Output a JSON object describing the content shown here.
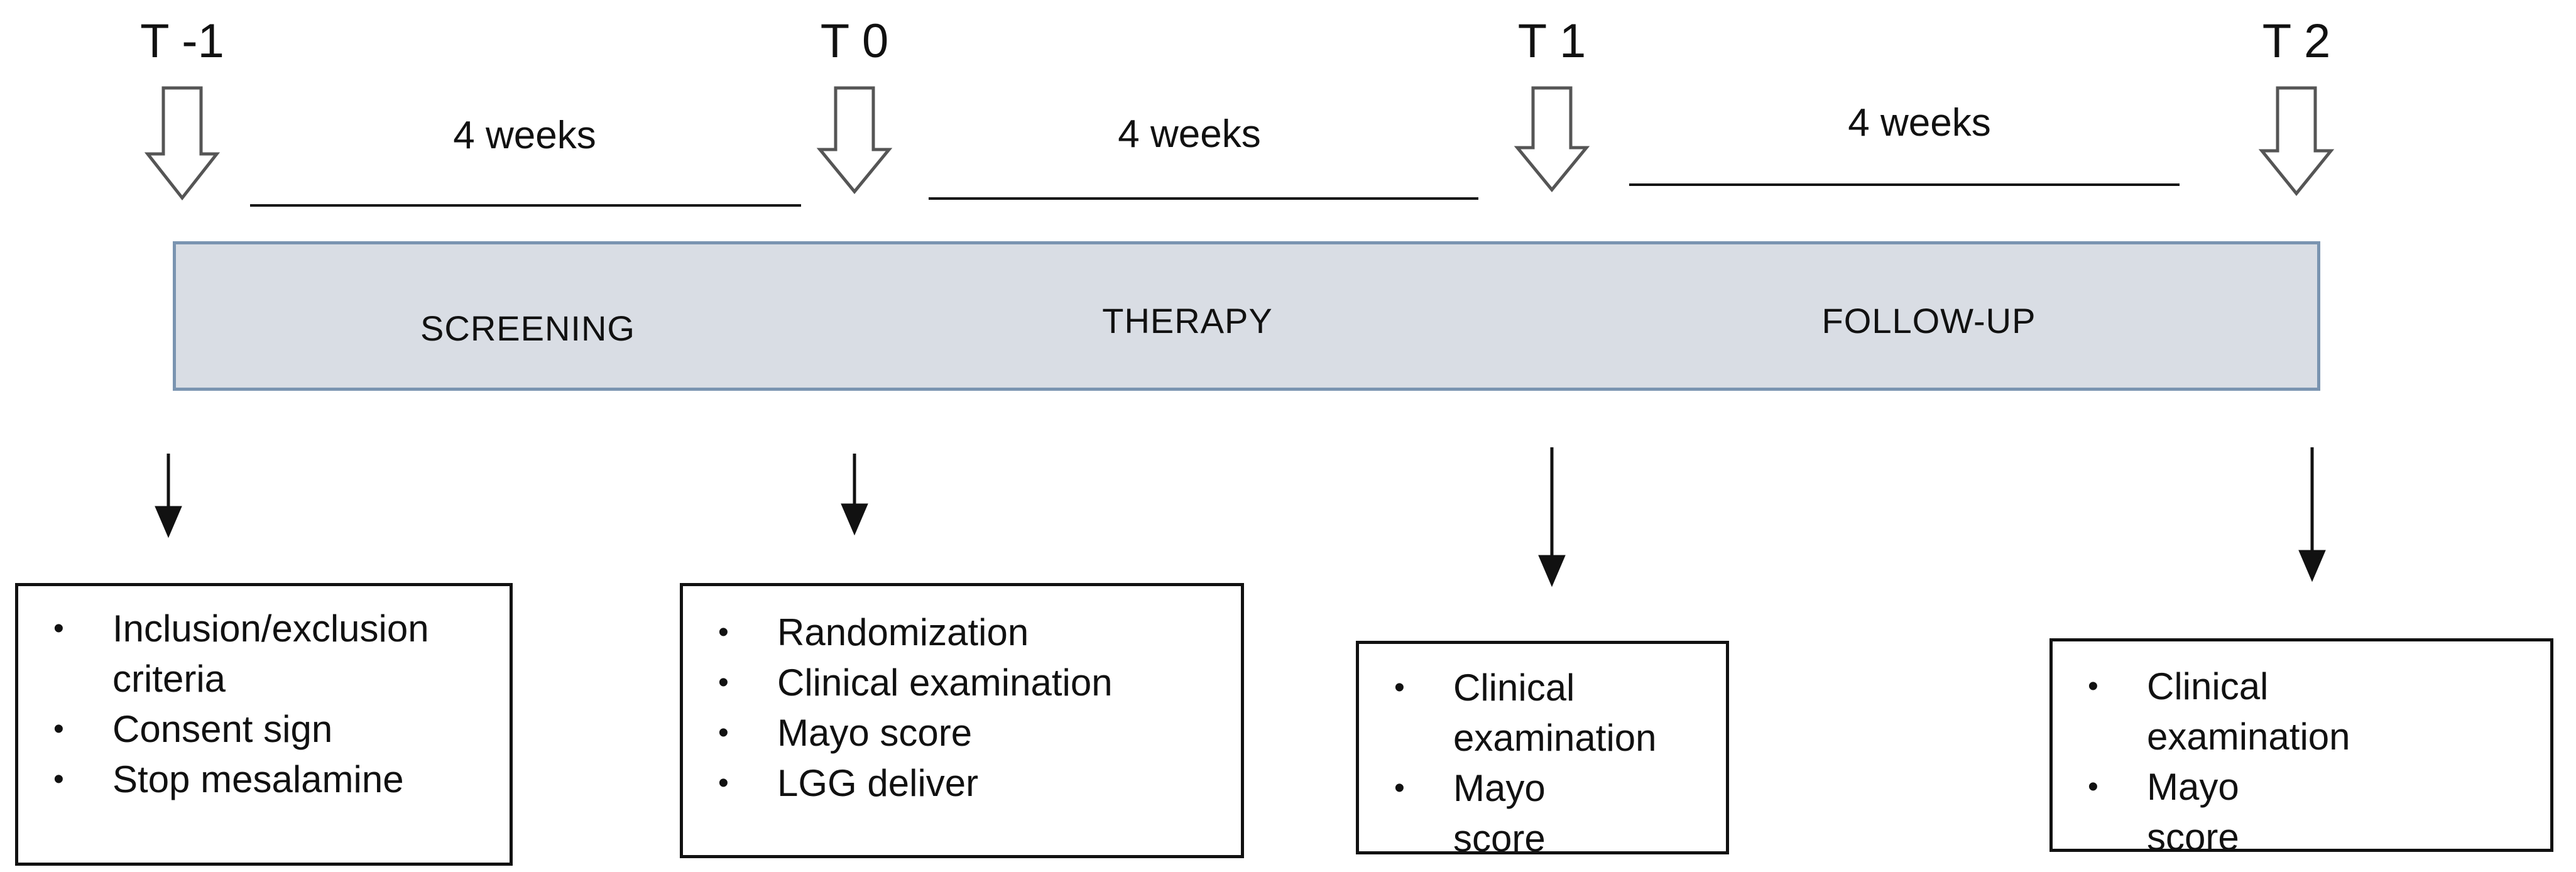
{
  "timepoints": [
    {
      "label": "T -1"
    },
    {
      "label": "T 0"
    },
    {
      "label": "T 1"
    },
    {
      "label": "T 2"
    }
  ],
  "durations": [
    {
      "label": "4 weeks"
    },
    {
      "label": "4 weeks"
    },
    {
      "label": "4 weeks"
    }
  ],
  "phases": [
    {
      "label": "SCREENING"
    },
    {
      "label": "THERAPY"
    },
    {
      "label": "FOLLOW-UP"
    }
  ],
  "boxes": [
    {
      "items": [
        "Inclusion/exclusion criteria",
        "Consent sign",
        "Stop mesalamine"
      ]
    },
    {
      "items": [
        "Randomization",
        "Clinical examination",
        "Mayo score",
        "LGG deliver"
      ]
    },
    {
      "items": [
        "Clinical examination",
        "Mayo score"
      ]
    },
    {
      "items": [
        "Clinical examination",
        "Mayo score"
      ]
    }
  ],
  "colors": {
    "phase_bar_fill": "#d9dde4",
    "phase_bar_border": "#7a94b0",
    "arrow_outline": "#555555",
    "text": "#111111"
  }
}
